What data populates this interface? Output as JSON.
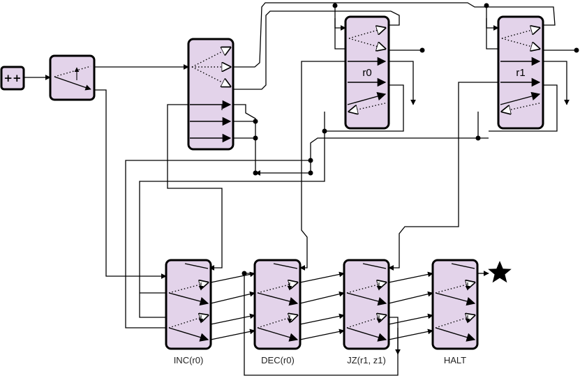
{
  "diagram": {
    "incrementer_label": "++",
    "registers": [
      "r0",
      "r1"
    ],
    "instructions": [
      "INC(r0)",
      "DEC(r0)",
      "JZ(r1, z1)",
      "HALT"
    ],
    "halt_icon": "star-icon"
  }
}
